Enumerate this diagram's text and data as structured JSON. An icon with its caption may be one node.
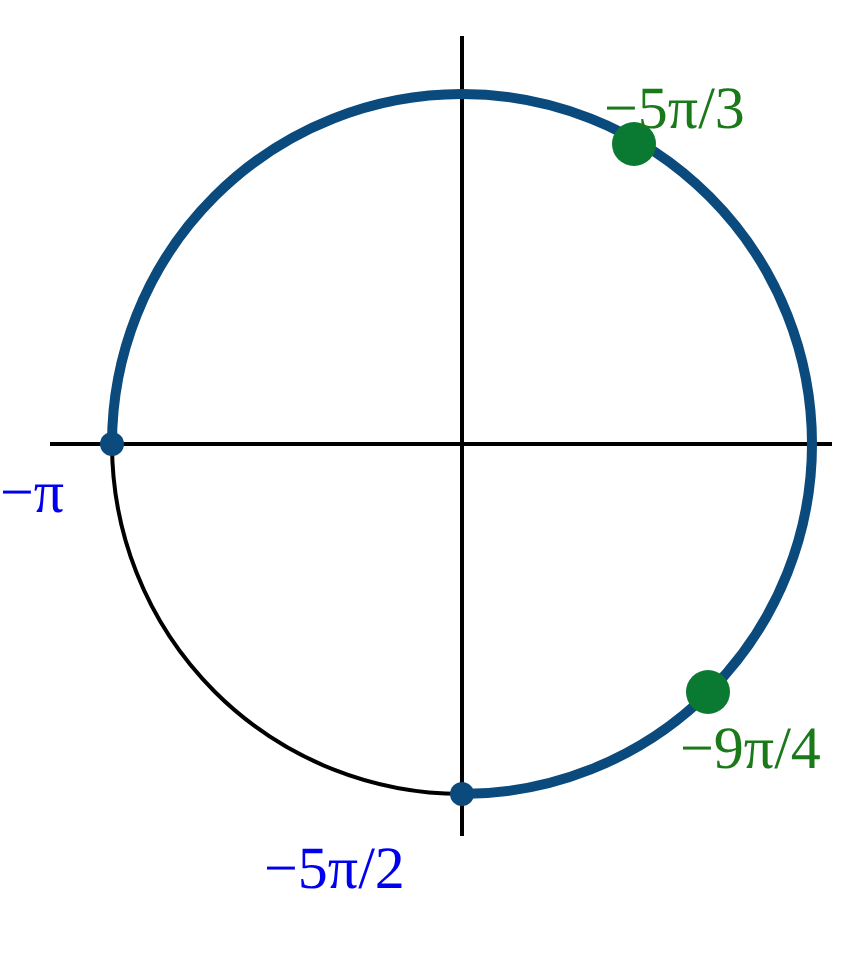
{
  "diagram": {
    "nodes": [
      {
        "text": [],
        "shape": "circle",
        "beside": [
          "−5π/3"
        ]
      },
      {
        "text": [],
        "shape": "circle",
        "beside": [
          "−π"
        ]
      },
      {
        "text": [],
        "shape": "circle",
        "beside": [
          "−9π/4"
        ]
      },
      {
        "text": [],
        "shape": "circle",
        "beside": [
          "−5π/2"
        ]
      }
    ]
  }
}
